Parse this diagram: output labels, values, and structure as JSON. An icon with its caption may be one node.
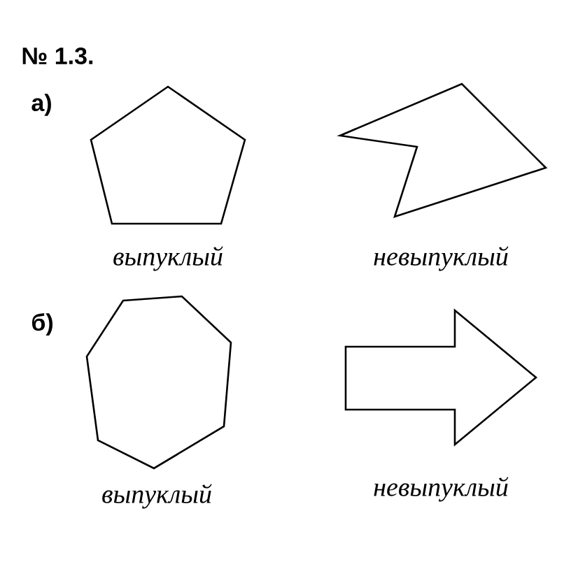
{
  "diagram": {
    "nodes": [
      {
        "text": [],
        "shape": "polygon",
        "beside": [
          "выпуклый"
        ]
      },
      {
        "text": [],
        "shape": "polygon",
        "beside": [
          "невыпуклый"
        ]
      },
      {
        "text": [],
        "shape": "polygon",
        "beside": [
          "выпуклый"
        ]
      },
      {
        "text": [],
        "shape": "polygon",
        "beside": [
          "невыпуклый"
        ]
      }
    ],
    "labels": [
      "№ 1.3.",
      "а)",
      "б)"
    ]
  }
}
